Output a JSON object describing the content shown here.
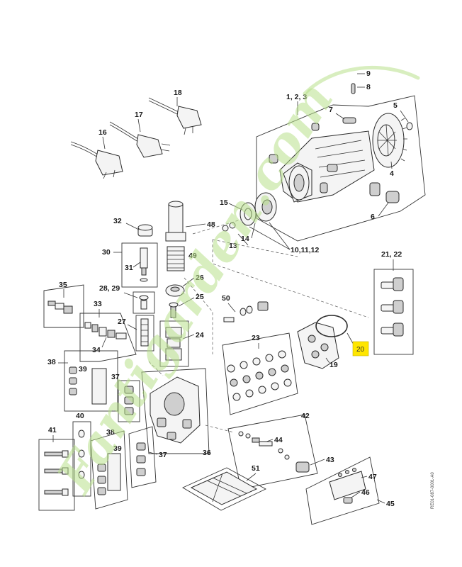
{
  "diagram": {
    "drawing_code": "RE01-087-0001-A0",
    "highlighted_label": "20",
    "watermark_text": "Fantigarden.com",
    "colors": {
      "watermark": "#b8e08a",
      "highlight": "#ffe600"
    },
    "labels": {
      "l1": "1, 2, 3",
      "l4": "4",
      "l5": "5",
      "l6": "6",
      "l7": "7",
      "l8": "8",
      "l9": "9",
      "l10": "10,11,12",
      "l13": "13",
      "l14": "14",
      "l15": "15",
      "l16": "16",
      "l17": "17",
      "l18": "18",
      "l19": "19",
      "l2122": "21, 22",
      "l23": "23",
      "l24": "24",
      "l25": "25",
      "l26": "26",
      "l27": "27",
      "l2829": "28, 29",
      "l30": "30",
      "l31": "31",
      "l32": "32",
      "l33": "33",
      "l34": "34",
      "l35": "35",
      "l36": "36",
      "l37a": "37",
      "l37b": "37",
      "l38a": "38",
      "l38b": "38",
      "l39a": "39",
      "l39b": "39",
      "l40": "40",
      "l41": "41",
      "l42": "42",
      "l43": "43",
      "l44": "44",
      "l45": "45",
      "l46": "46",
      "l47": "47",
      "l48": "48",
      "l49": "49",
      "l50": "50",
      "l51": "51"
    }
  }
}
